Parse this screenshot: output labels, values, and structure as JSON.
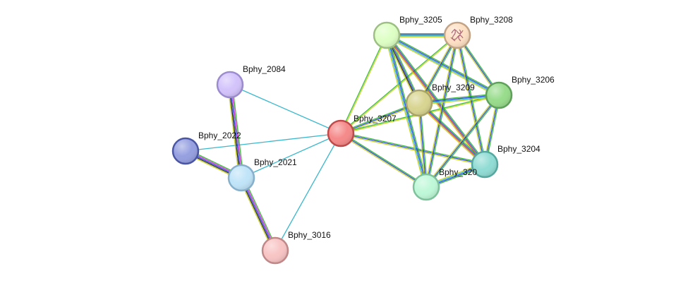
{
  "network": {
    "nodes": [
      {
        "id": "Bphy_3205",
        "label": "Bphy_3205",
        "fill": "#ddffc4",
        "stroke": "#9dbf84"
      },
      {
        "id": "Bphy_3208",
        "label": "Bphy_3208",
        "fill": "#fde0c4",
        "stroke": "#c2a386",
        "structure": true
      },
      {
        "id": "Bphy_2084",
        "label": "Bphy_2084",
        "fill": "#d3c3fb",
        "stroke": "#9c8ccf"
      },
      {
        "id": "Bphy_3209",
        "label": "Bphy_3209",
        "fill": "#d8d490",
        "stroke": "#a8a46a"
      },
      {
        "id": "Bphy_3206",
        "label": "Bphy_3206",
        "fill": "#98dc8c",
        "stroke": "#5fa05a"
      },
      {
        "id": "Bphy_3207",
        "label": "Bphy_3207",
        "fill": "#f58a8a",
        "stroke": "#c04a4a"
      },
      {
        "id": "Bphy_2022",
        "label": "Bphy_2022",
        "fill": "#96a0e0",
        "stroke": "#4a56a4"
      },
      {
        "id": "Bphy_2021",
        "label": "Bphy_2021",
        "fill": "#c0e4f8",
        "stroke": "#86b0cc"
      },
      {
        "id": "Bphy_3204",
        "label": "Bphy_3204",
        "fill": "#90dcd4",
        "stroke": "#55a8a0"
      },
      {
        "id": "Bphy_3203",
        "label": "Bphy_320",
        "fill": "#bef8d8",
        "stroke": "#7ec29c"
      },
      {
        "id": "Bphy_3016",
        "label": "Bphy_3016",
        "fill": "#f8c4c4",
        "stroke": "#c08888"
      }
    ],
    "edges": [
      {
        "source": "Bphy_3207",
        "target": "Bphy_2084",
        "colors": [
          "#25b0c8"
        ]
      },
      {
        "source": "Bphy_3207",
        "target": "Bphy_2022",
        "colors": [
          "#25b0c8"
        ]
      },
      {
        "source": "Bphy_3207",
        "target": "Bphy_2021",
        "colors": [
          "#25b0c8"
        ]
      },
      {
        "source": "Bphy_3207",
        "target": "Bphy_3016",
        "colors": [
          "#25b0c8"
        ]
      },
      {
        "source": "Bphy_2084",
        "target": "Bphy_2021",
        "colors": [
          "#2bb52b",
          "#d21ecf",
          "#1e3cd2",
          "#111111",
          "#c8d21e"
        ]
      },
      {
        "source": "Bphy_2022",
        "target": "Bphy_2021",
        "colors": [
          "#2bb52b",
          "#d21ecf",
          "#1e3cd2",
          "#111111",
          "#c8d21e"
        ]
      },
      {
        "source": "Bphy_2021",
        "target": "Bphy_3016",
        "colors": [
          "#2bb52b",
          "#d21ecf",
          "#1e3cd2",
          "#111111",
          "#c8d21e"
        ]
      },
      {
        "source": "Bphy_3207",
        "target": "Bphy_3205",
        "colors": [
          "#2bb52b",
          "#c8d21e"
        ]
      },
      {
        "source": "Bphy_3207",
        "target": "Bphy_3208",
        "colors": [
          "#2bb52b",
          "#c8d21e"
        ]
      },
      {
        "source": "Bphy_3207",
        "target": "Bphy_3209",
        "colors": [
          "#2bb52b",
          "#1e3cd2",
          "#c8d21e"
        ]
      },
      {
        "source": "Bphy_3207",
        "target": "Bphy_3206",
        "colors": [
          "#2bb52b",
          "#c8d21e"
        ]
      },
      {
        "source": "Bphy_3207",
        "target": "Bphy_3204",
        "colors": [
          "#2bb52b",
          "#1e3cd2",
          "#c8d21e"
        ]
      },
      {
        "source": "Bphy_3207",
        "target": "Bphy_3203",
        "colors": [
          "#2bb52b",
          "#1e3cd2",
          "#c8d21e"
        ]
      },
      {
        "source": "Bphy_3205",
        "target": "Bphy_3208",
        "colors": [
          "#2bb52b",
          "#1e3cd2",
          "#25b0c8",
          "#c8d21e"
        ]
      },
      {
        "source": "Bphy_3205",
        "target": "Bphy_3209",
        "colors": [
          "#2bb52b",
          "#1e3cd2",
          "#111111",
          "#c8d21e"
        ]
      },
      {
        "source": "Bphy_3205",
        "target": "Bphy_3206",
        "colors": [
          "#2bb52b",
          "#1e3cd2",
          "#25b0c8",
          "#c8d21e"
        ]
      },
      {
        "source": "Bphy_3205",
        "target": "Bphy_3204",
        "colors": [
          "#2bb52b",
          "#1e3cd2",
          "#d2321e",
          "#c8d21e"
        ]
      },
      {
        "source": "Bphy_3205",
        "target": "Bphy_3203",
        "colors": [
          "#2bb52b",
          "#1e3cd2",
          "#25b0c8",
          "#c8d21e"
        ]
      },
      {
        "source": "Bphy_3208",
        "target": "Bphy_3209",
        "colors": [
          "#2bb52b",
          "#1e3cd2",
          "#c8d21e"
        ]
      },
      {
        "source": "Bphy_3208",
        "target": "Bphy_3206",
        "colors": [
          "#2bb52b",
          "#1e3cd2",
          "#c8d21e"
        ]
      },
      {
        "source": "Bphy_3208",
        "target": "Bphy_3204",
        "colors": [
          "#2bb52b",
          "#1e3cd2",
          "#c8d21e"
        ]
      },
      {
        "source": "Bphy_3208",
        "target": "Bphy_3203",
        "colors": [
          "#2bb52b",
          "#1e3cd2",
          "#c8d21e"
        ]
      },
      {
        "source": "Bphy_3209",
        "target": "Bphy_3206",
        "colors": [
          "#2bb52b",
          "#1e3cd2",
          "#25b0c8",
          "#c8d21e"
        ]
      },
      {
        "source": "Bphy_3209",
        "target": "Bphy_3204",
        "colors": [
          "#2bb52b",
          "#1e3cd2",
          "#d2321e",
          "#c8d21e"
        ]
      },
      {
        "source": "Bphy_3209",
        "target": "Bphy_3203",
        "colors": [
          "#2bb52b",
          "#1e3cd2",
          "#c8d21e"
        ]
      },
      {
        "source": "Bphy_3206",
        "target": "Bphy_3204",
        "colors": [
          "#2bb52b",
          "#1e3cd2",
          "#c8d21e"
        ]
      },
      {
        "source": "Bphy_3206",
        "target": "Bphy_3203",
        "colors": [
          "#2bb52b",
          "#1e3cd2",
          "#c8d21e"
        ]
      },
      {
        "source": "Bphy_3204",
        "target": "Bphy_3203",
        "colors": [
          "#2bb52b",
          "#1e3cd2",
          "#25b0c8",
          "#c8d21e"
        ]
      }
    ]
  }
}
